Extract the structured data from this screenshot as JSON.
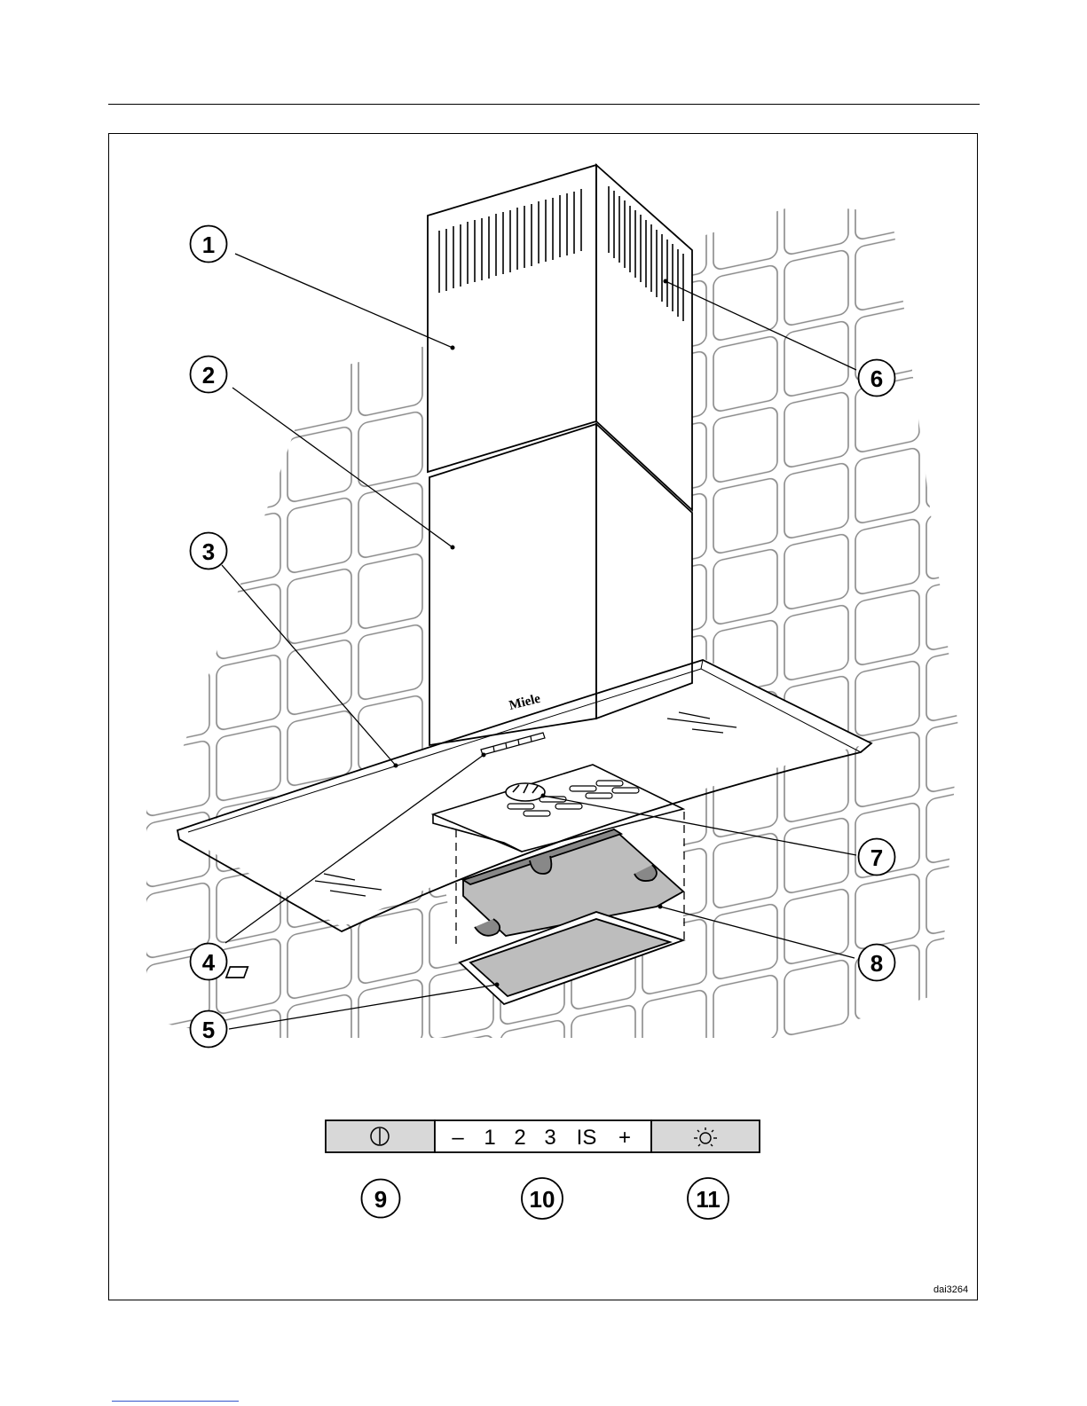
{
  "figure": {
    "image_code": "dai3264",
    "brand_logo_text": "Miele"
  },
  "callouts": [
    "1",
    "2",
    "3",
    "4",
    "5",
    "6",
    "7",
    "8",
    "9",
    "10",
    "11"
  ],
  "control_panel": {
    "power_symbol": "⏻",
    "fan_minus": "–",
    "fan_levels": [
      "1",
      "2",
      "3"
    ],
    "intensive": "IS",
    "fan_plus": "+",
    "light_symbol": "☼"
  },
  "colors": {
    "line": "#000000",
    "tile_line": "#777777",
    "filter_fill": "#bdbdbd",
    "button_fill": "#d8d8d8"
  }
}
